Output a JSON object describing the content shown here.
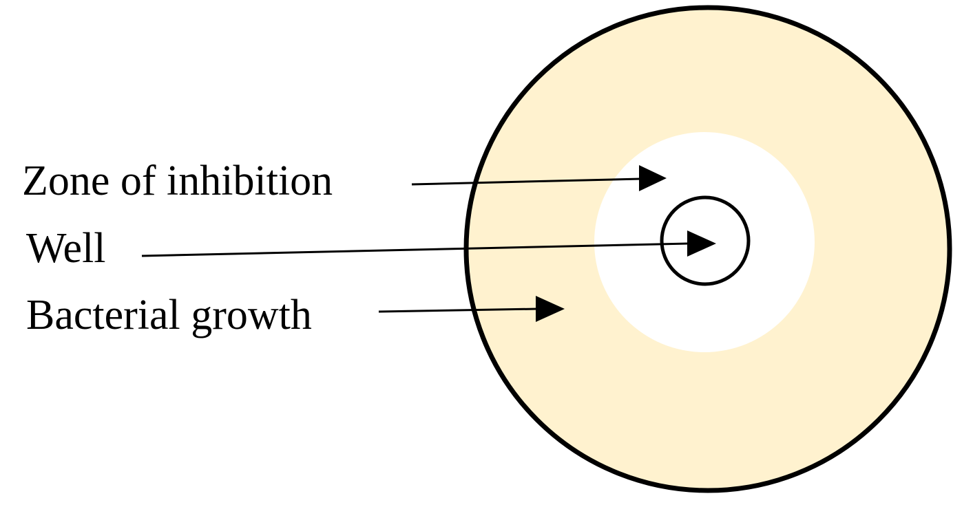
{
  "labels": {
    "zone_of_inhibition": "Zone of inhibition",
    "well": "Well",
    "bacterial_growth": "Bacterial growth"
  },
  "colors": {
    "bacterial_growth_fill": "#fff2cf",
    "zone_fill": "#ffffff",
    "outline": "#000000"
  }
}
